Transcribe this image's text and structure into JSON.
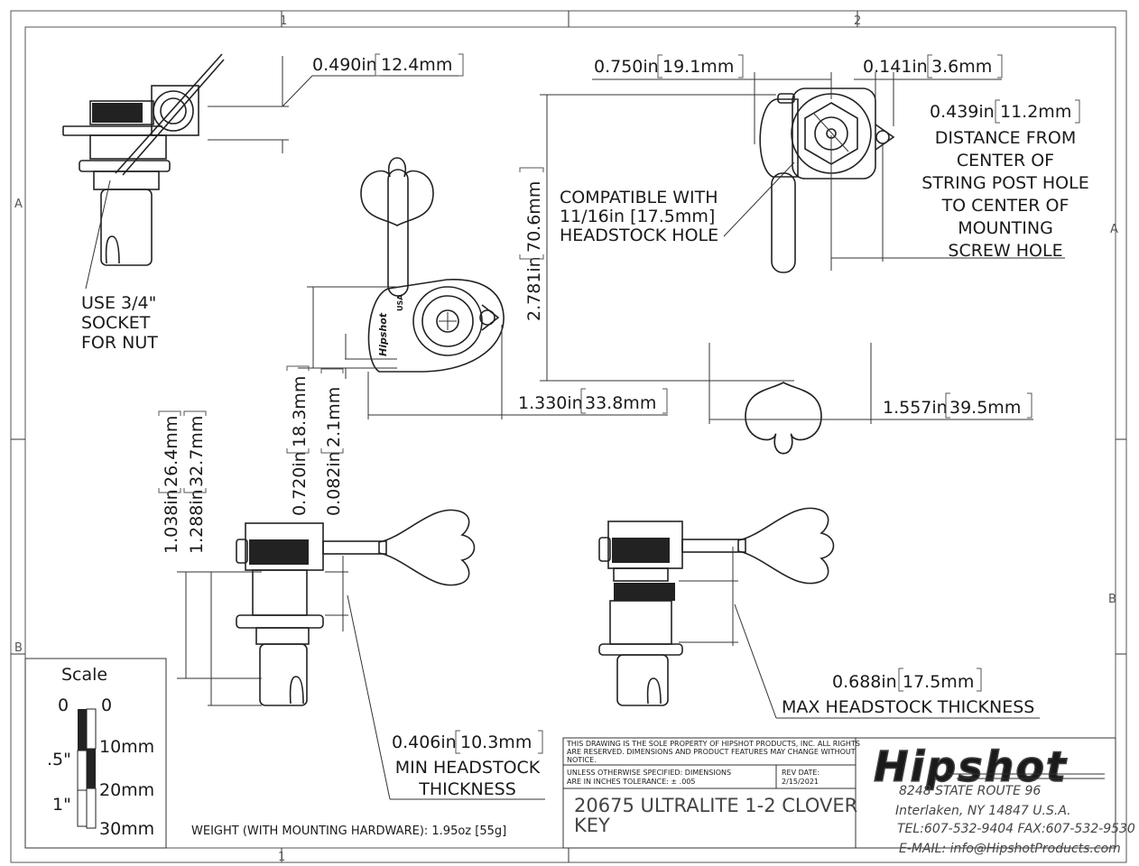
{
  "zones": {
    "col1_top": "1",
    "col2_top": "2",
    "col1_bottom": "1",
    "row_a_left": "A",
    "row_a_right": "A",
    "row_b_left": "B",
    "row_b_right": "B"
  },
  "dimensions": {
    "d_0490": {
      "in": "0.490in",
      "mm": "12.4mm"
    },
    "d_0750": {
      "in": "0.750in",
      "mm": "19.1mm"
    },
    "d_0141": {
      "in": "0.141in",
      "mm": "3.6mm"
    },
    "d_0439": {
      "in": "0.439in",
      "mm": "11.2mm"
    },
    "d_2781": {
      "in": "2.781in",
      "mm": "70.6mm"
    },
    "d_1330": {
      "in": "1.330in",
      "mm": "33.8mm"
    },
    "d_1557": {
      "in": "1.557in",
      "mm": "39.5mm"
    },
    "d_1038": {
      "in": "1.038in",
      "mm": "26.4mm"
    },
    "d_1288": {
      "in": "1.288in",
      "mm": "32.7mm"
    },
    "d_0720": {
      "in": "0.720in",
      "mm": "18.3mm"
    },
    "d_0082": {
      "in": "0.082in",
      "mm": "2.1mm"
    },
    "d_0406": {
      "in": "0.406in",
      "mm": "10.3mm"
    },
    "d_0688": {
      "in": "0.688in",
      "mm": "17.5mm"
    }
  },
  "notes": {
    "socket": [
      "USE 3/4\"",
      "SOCKET",
      "FOR NUT"
    ],
    "distance": [
      "DISTANCE FROM",
      "CENTER OF",
      "STRING POST HOLE",
      "TO CENTER OF",
      "MOUNTING",
      "SCREW HOLE"
    ],
    "compatible": [
      "COMPATIBLE WITH",
      "11/16in [17.5mm]",
      "HEADSTOCK HOLE"
    ],
    "min_thickness": [
      "MIN HEADSTOCK",
      "THICKNESS"
    ],
    "max_thickness": "MAX HEADSTOCK THICKNESS"
  },
  "scale": {
    "title": "Scale",
    "in_labels": [
      "0",
      ".5\"",
      "1\""
    ],
    "mm_labels": [
      "0",
      "10mm",
      "20mm",
      "30mm"
    ]
  },
  "weight": "WEIGHT (WITH MOUNTING HARDWARE): 1.95oz [55g]",
  "title_block": {
    "property": [
      "THIS DRAWING IS THE SOLE PROPERTY OF HIPSHOT PRODUCTS, INC. ALL RIGHTS",
      "ARE RESERVED. DIMENSIONS AND PRODUCT FEATURES MAY CHANGE WITHOUT",
      "NOTICE."
    ],
    "tolerance": [
      "UNLESS OTHERWISE SPECIFIED: DIMENSIONS",
      "ARE IN INCHES TOLERANCE: ± .005"
    ],
    "rev_label": "REV DATE:",
    "rev_date": "2/15/2021",
    "part_title": [
      "20675 ULTRALITE 1-2 CLOVER",
      "KEY"
    ]
  },
  "company": {
    "logo": "Hipshot",
    "address1": "8248 STATE ROUTE 96",
    "address2": "Interlaken, NY 14847 U.S.A.",
    "phone": "TEL:607-532-9404 FAX:607-532-9530",
    "email": "E-MAIL: info@HipshotProducts.com"
  },
  "body_stamp": {
    "brand": "Hipshot",
    "country": "USA"
  }
}
